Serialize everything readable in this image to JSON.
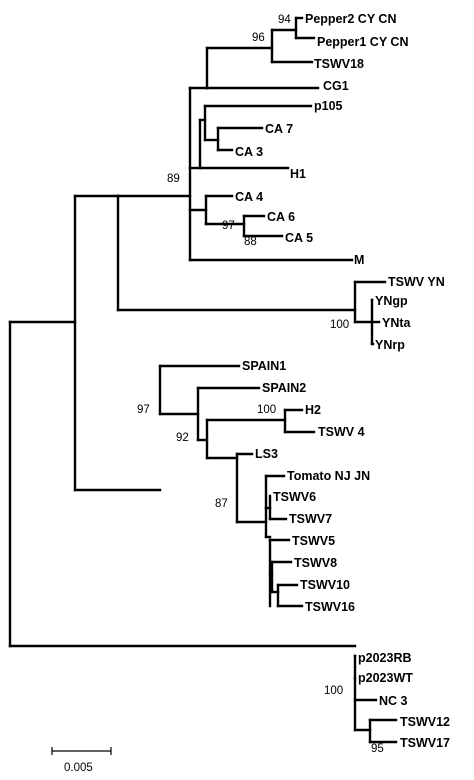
{
  "tree": {
    "taxa": [
      "Pepper2 CY CN",
      "Pepper1 CY CN",
      "TSWV18",
      "CG1",
      "p105",
      "CA 7",
      "CA 3",
      "H1",
      "CA 4",
      "CA 6",
      "CA 5",
      "M",
      "TSWV YN",
      "YNgp",
      "YNta",
      "YNrp",
      "SPAIN1",
      "SPAIN2",
      "H2",
      "TSWV 4",
      "LS3",
      "Tomato NJ JN",
      "TSWV6",
      "TSWV7",
      "TSWV5",
      "TSWV8",
      "TSWV10",
      "TSWV16",
      "p2023RB",
      "p2023WT",
      "NC 3",
      "TSWV12",
      "TSWV17"
    ],
    "bootstrap": [
      "94",
      "96",
      "89",
      "97",
      "88",
      "100",
      "97",
      "92",
      "100",
      "87",
      "100",
      "95"
    ],
    "scale_bar": {
      "label": "0.005"
    }
  }
}
